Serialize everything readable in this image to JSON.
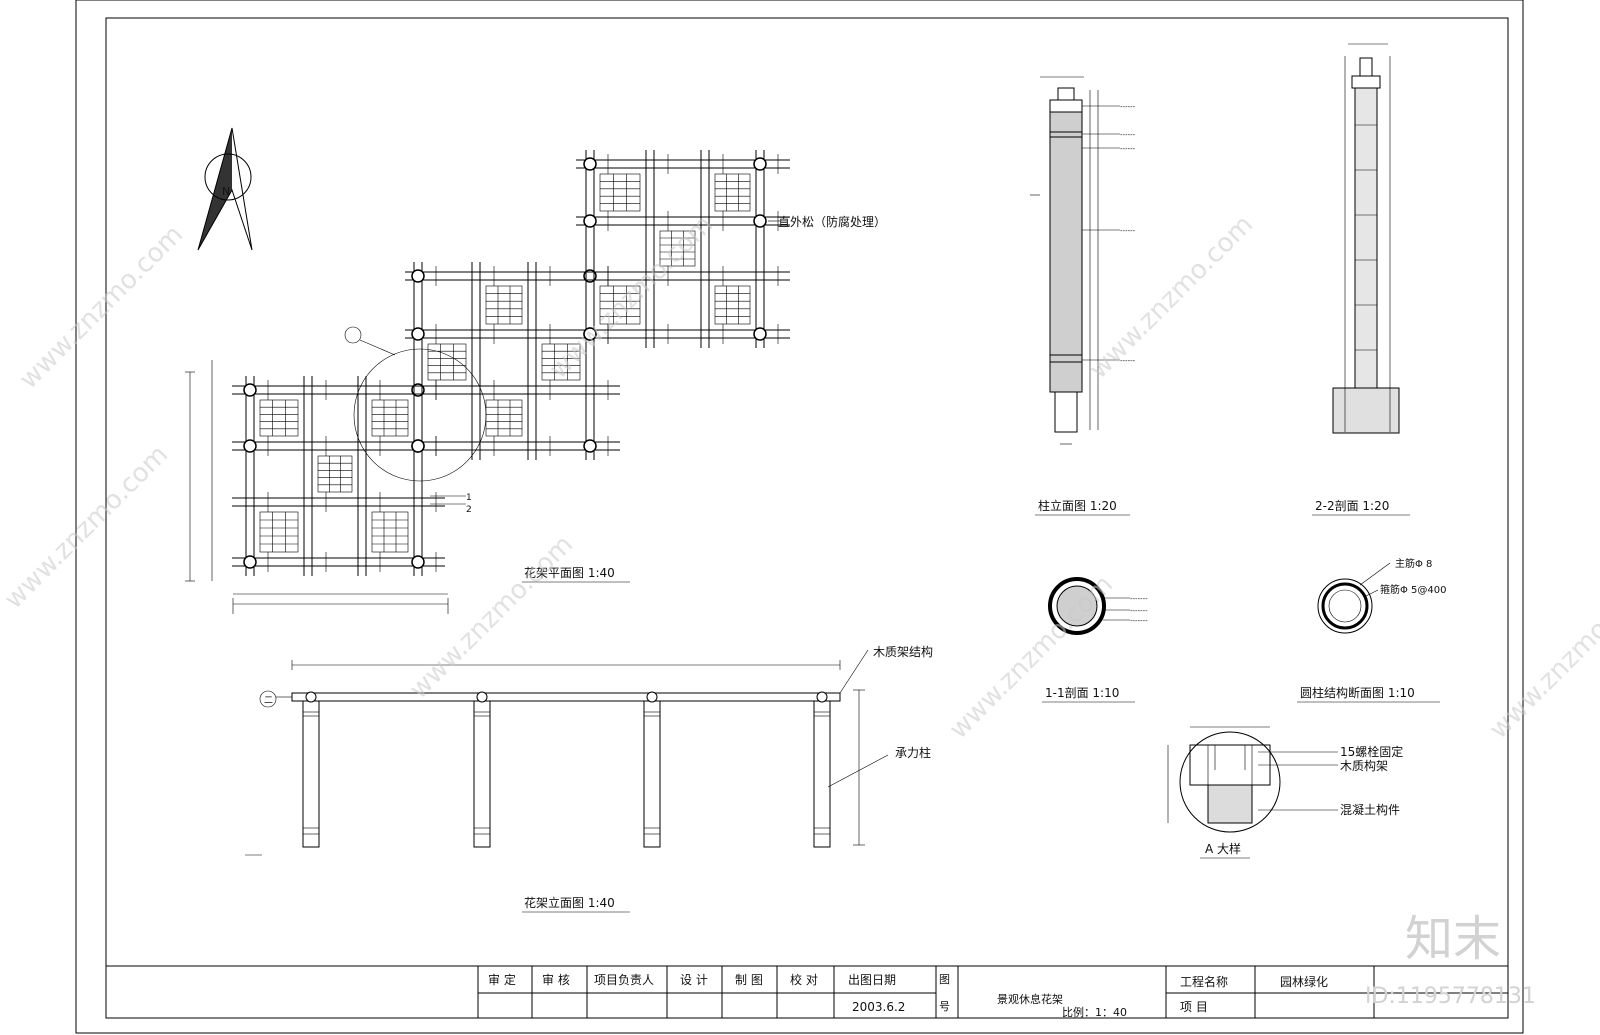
{
  "drawing": {
    "plan": {
      "title": "花架平面图 1:40",
      "callout_post": "直外松（防腐处理）",
      "north": "N",
      "markers": [
        "1",
        "2"
      ]
    },
    "elevation": {
      "title": "花架立面图 1:40",
      "callout_structure": "木质架结构",
      "callout_column": "承力柱",
      "marker": "二"
    },
    "column_elevation": {
      "title": "柱立面图 1:20"
    },
    "section_2_2": {
      "title": "2-2剖面 1:20"
    },
    "section_1_1": {
      "title": "1-1剖面 1:10"
    },
    "round_column": {
      "title": "圆柱结构断面图 1:10",
      "notes": [
        "主筋Φ 8",
        "箍筋Φ 5@400"
      ]
    },
    "detail_a": {
      "title": "A 大样",
      "notes": [
        "15螺栓固定",
        "木质构架",
        "混凝土构件"
      ]
    }
  },
  "title_block": {
    "headers": [
      "审 定",
      "审 核",
      "项目负责人",
      "设 计",
      "制 图",
      "校 对",
      "出图日期"
    ],
    "date": "2003.6.2",
    "figure_label": "图 号",
    "drawing_name": "景观休息花架",
    "scale": "比例：1：40",
    "project_name_label": "工程名称",
    "project_name": "园林绿化",
    "item_label": "项 目"
  },
  "watermark": {
    "site": "www.znzmo.com",
    "brand": "知末",
    "id": "ID:1195778131"
  }
}
